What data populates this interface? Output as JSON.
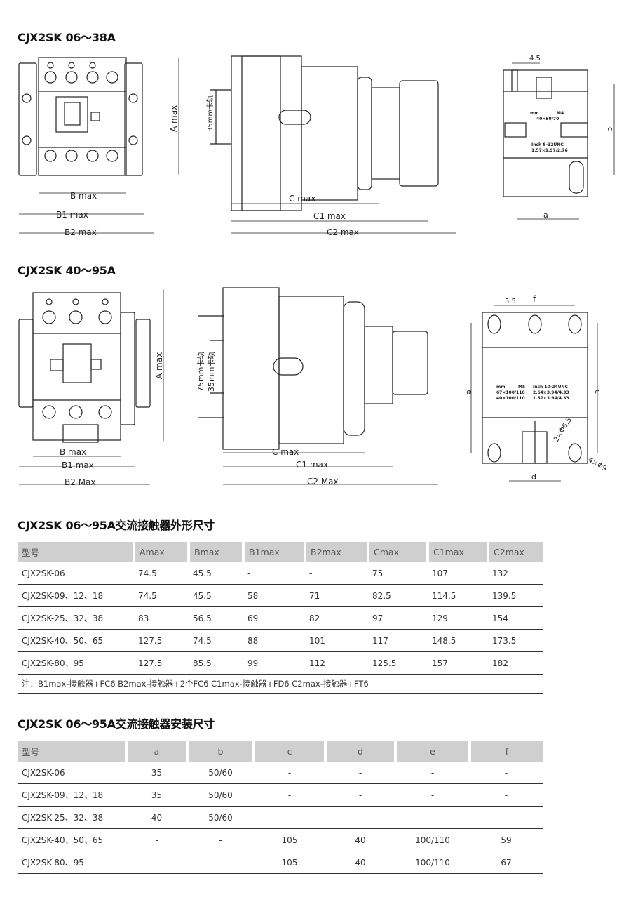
{
  "sections": {
    "small_title": "CJX2SK 06～38A",
    "large_title": "CJX2SK 40～95A",
    "outline_title": "CJX2SK 06～95A交流接触器外形尺寸",
    "install_title": "CJX2SK 06～95A交流接触器安装尺寸"
  },
  "drawing_small": {
    "a_max": "A max",
    "b_max": "B max",
    "b1_max": "B1 max",
    "b2_max": "B2 max",
    "c_max": "C max",
    "c1_max": "C1 max",
    "c2_max": "C2 max",
    "rail": "35mm卡轨",
    "dim_45": "4.5",
    "a": "a",
    "b": "b",
    "mm": "mm",
    "m4": "M4",
    "mm_val": "40×50/70",
    "inch": "Inch  8-32UNC",
    "inch_val": "1.57×1.97/2.76"
  },
  "drawing_large": {
    "a_max": "A max",
    "b_max": "B max",
    "b1_max": "B1 max",
    "b2_max": "B2 Max",
    "c_max": "C max",
    "c1_max": "C1 max",
    "c2_max": "C2 Max",
    "rail75": "75mm卡轨",
    "rail35": "35mm卡轨",
    "dim_55": "5.5",
    "f": "f",
    "c": "c",
    "d": "d",
    "e": "e",
    "phi65": "2×Φ6.5",
    "phi9": "4×Φ9",
    "mm": "mm",
    "m5": "M5",
    "inch": "Inch  10-24UNC",
    "mm_v1": "67×100/110",
    "mm_v2": "40×100/110",
    "in_v1": "2.64×3.94/4.33",
    "in_v2": "1.57×3.94/4.33"
  },
  "outline_table": {
    "headers": [
      "型号",
      "Amax",
      "Bmax",
      "B1max",
      "B2max",
      "Cmax",
      "C1max",
      "C2max"
    ],
    "rows": [
      [
        "CJX2SK-06",
        "74.5",
        "45.5",
        "-",
        "-",
        "75",
        "107",
        "132"
      ],
      [
        "CJX2SK-09、12、18",
        "74.5",
        "45.5",
        "58",
        "71",
        "82.5",
        "114.5",
        "139.5"
      ],
      [
        "CJX2SK-25、32、38",
        "83",
        "56.5",
        "69",
        "82",
        "97",
        "129",
        "154"
      ],
      [
        "CJX2SK-40、50、65",
        "127.5",
        "74.5",
        "88",
        "101",
        "117",
        "148.5",
        "173.5"
      ],
      [
        "CJX2SK-80、95",
        "127.5",
        "85.5",
        "99",
        "112",
        "125.5",
        "157",
        "182"
      ]
    ],
    "note": "注：B1max-接触器+FC6   B2max-接触器+2个FC6   C1max-接触器+FD6   C2max-接触器+FT6"
  },
  "install_table": {
    "headers": [
      "型号",
      "a",
      "b",
      "c",
      "d",
      "e",
      "f"
    ],
    "rows": [
      [
        "CJX2SK-06",
        "35",
        "50/60",
        "-",
        "-",
        "-",
        "-"
      ],
      [
        "CJX2SK-09、12、18",
        "35",
        "50/60",
        "-",
        "-",
        "-",
        "-"
      ],
      [
        "CJX2SK-25、32、38",
        "40",
        "50/60",
        "-",
        "-",
        "-",
        "-"
      ],
      [
        "CJX2SK-40、50、65",
        "-",
        "-",
        "105",
        "40",
        "100/110",
        "59"
      ],
      [
        "CJX2SK-80、95",
        "-",
        "-",
        "105",
        "40",
        "100/110",
        "67"
      ]
    ]
  }
}
